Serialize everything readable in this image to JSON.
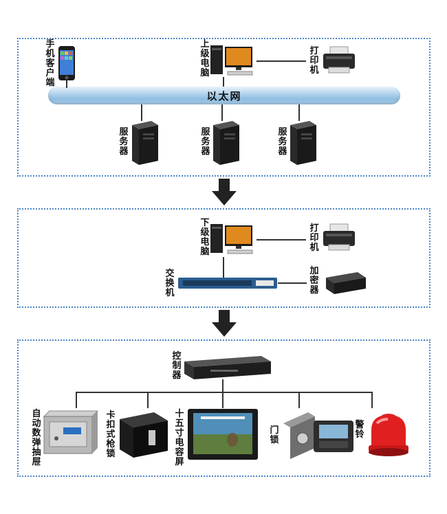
{
  "top": {
    "ethernet": "以太网",
    "phone": "手机客户端",
    "upper_pc": "上级电脑",
    "printer": "打印机",
    "servers": [
      "服务器",
      "服务器",
      "服务器"
    ]
  },
  "middle": {
    "lower_pc": "下级电脑",
    "printer": "打印机",
    "switch": "交换机",
    "encryptor": "加密器"
  },
  "bottom": {
    "controller": "控制器",
    "auto_drawer": "自动数弹抽屉",
    "card_lock": "卡扣式枪锁",
    "screen": "十五寸电容屏",
    "door_lock": "门锁",
    "alarm": "警铃"
  },
  "colors": {
    "panel_border": "#4a86c6",
    "arrow": "#222222",
    "pipe": "#a8cce8"
  }
}
